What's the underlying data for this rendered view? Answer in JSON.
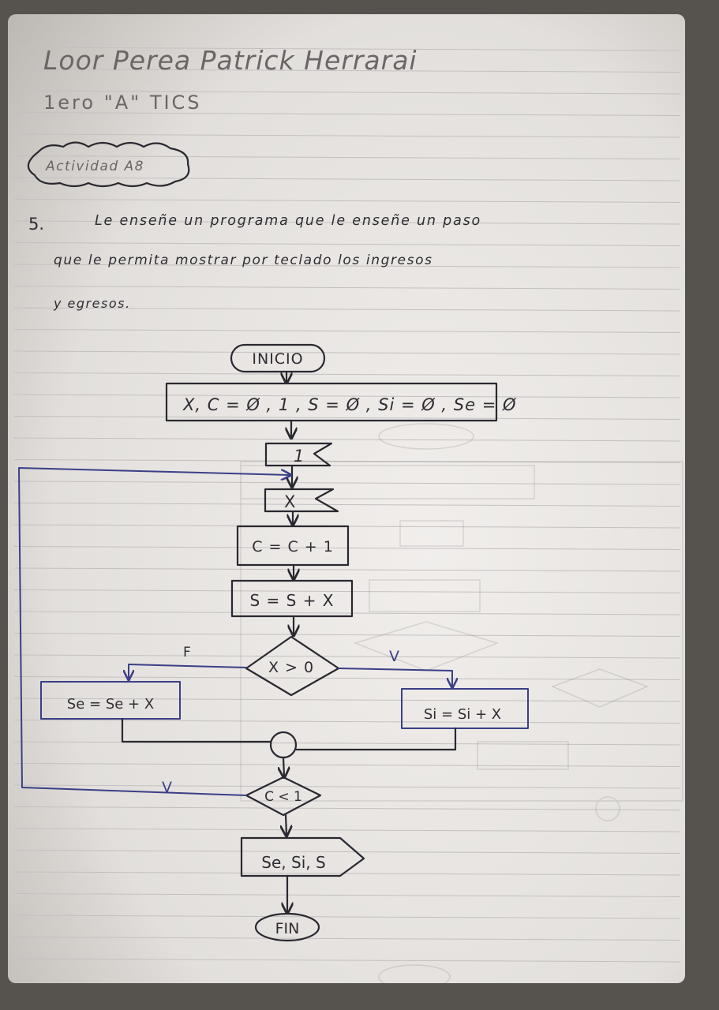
{
  "header": {
    "name": "Loor Perea Patrick Herrarai",
    "course": "1ero \"A\" TICS",
    "activity": "Actividad A8"
  },
  "problem": {
    "number": "5.",
    "line1": "Le enseñe un programa que le enseñe un paso",
    "line2": "que le permita mostrar por teclado los ingresos",
    "line3": "y egresos."
  },
  "flowchart": {
    "start": "INICIO",
    "init": "X, C = Ø , 1 , S = Ø , Si = Ø , Se = Ø",
    "read_n": "1",
    "read_x": "X",
    "process_c": "C = C + 1",
    "process_s": "S = S + X",
    "decision_x": "X > 0",
    "false_label": "F",
    "true_label": "V",
    "process_se": "Se = Se + X",
    "process_si": "Si = Si + X",
    "decision_c": "C < 1",
    "loop_label": "V",
    "output": "Se, Si, S",
    "end": "FIN"
  },
  "colors": {
    "ink": "#2a2830",
    "blue_ink": "#3a3f86",
    "paper": "#e7e4e2"
  }
}
